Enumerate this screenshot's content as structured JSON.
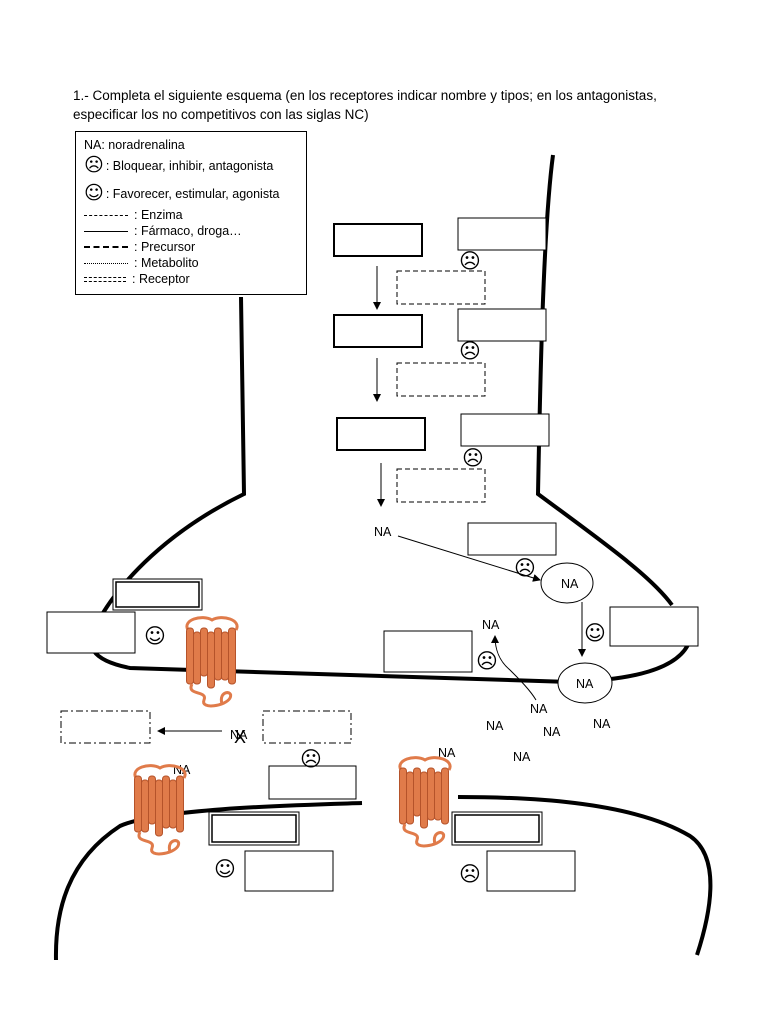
{
  "instruction": {
    "line1": "1.- Completa el siguiente esquema (en los receptores indicar nombre y tipos; en los antagonistas,",
    "line2": "especificar los no competitivos con las siglas NC)"
  },
  "legend": {
    "na": "NA: noradrenalina",
    "sad_face": "☹",
    "sad_text": ": Bloquear, inhibir, antagonista",
    "happy_face": "☺",
    "happy_text": ": Favorecer, estimular, agonista",
    "enzyme": ": Enzima",
    "drug": ": Fármaco, droga…",
    "precursor": ": Precursor",
    "metabolite": ": Metabolito",
    "receptor": ":  Receptor"
  },
  "diagram": {
    "na_label": "NA",
    "block_mark": "X",
    "sad_icon": "☹",
    "happy_icon": "☺",
    "protein_color": "#e07b4a",
    "protein_stroke": "#b5532a"
  }
}
